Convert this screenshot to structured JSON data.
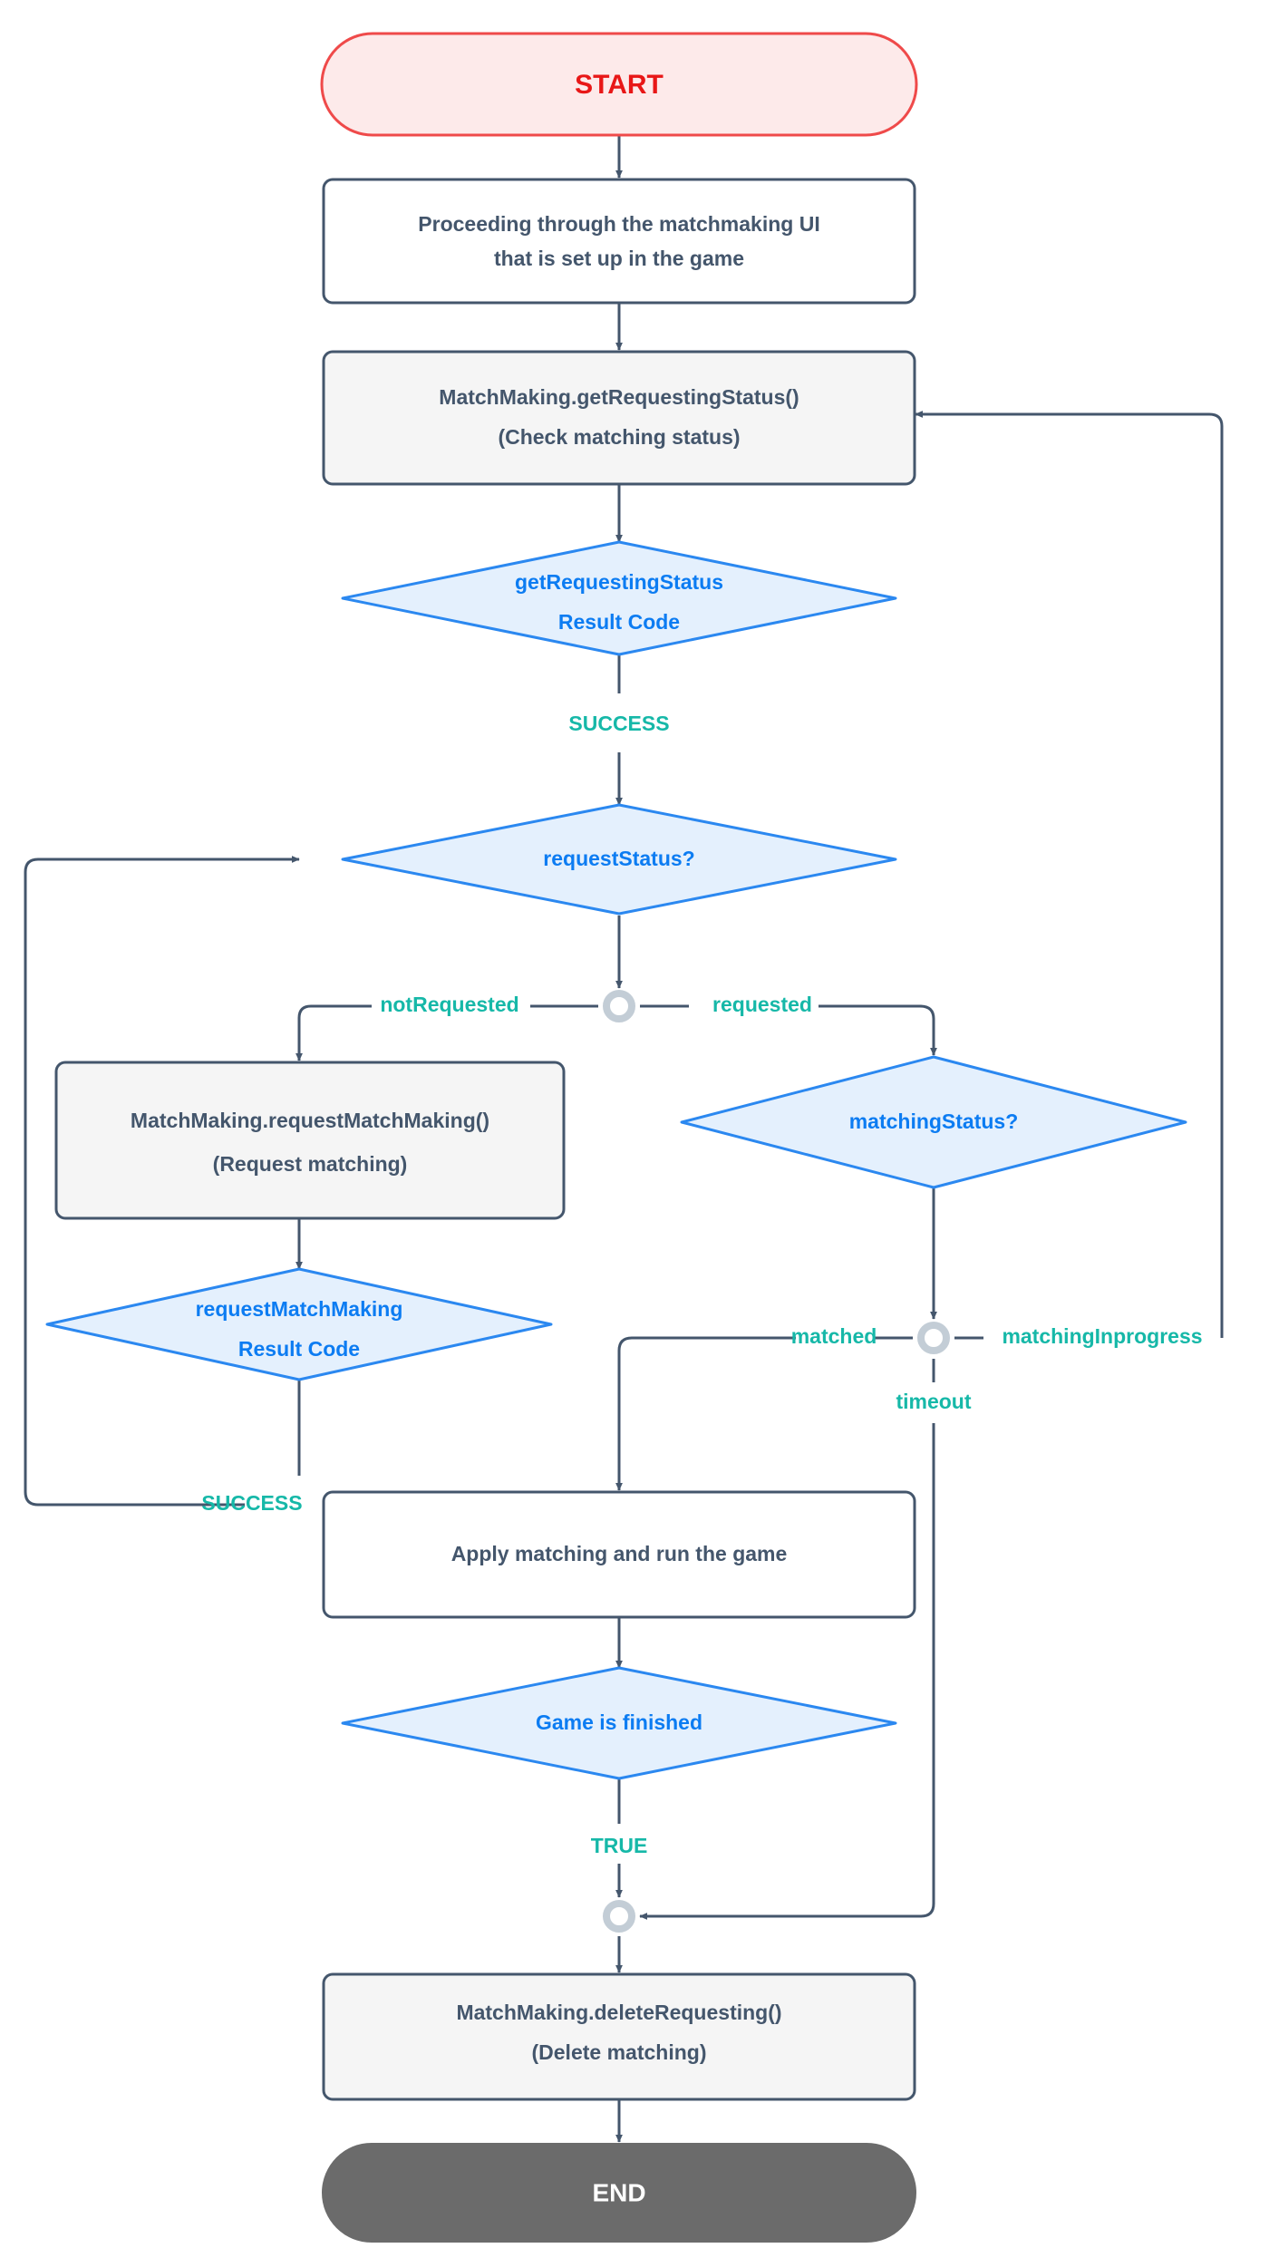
{
  "diagram": {
    "title_node": "START",
    "end_node": "END",
    "colors": {
      "process_border": "#44566c",
      "process_fill_white": "#ffffff",
      "process_fill_gray": "#f5f5f5",
      "process_text": "#44566c",
      "decision_border": "#2b88f0",
      "decision_fill": "#e4f0fd",
      "decision_text": "#0c7cf2",
      "start_border": "#ef4a4a",
      "start_fill": "#fdeaea",
      "start_text": "#e81717",
      "end_fill": "#6b6b6b",
      "end_text": "#ffffff",
      "edge": "#44566c",
      "edge_label": "#16b8a8",
      "junction_ring": "#c3cdd6"
    },
    "nodes": [
      {
        "id": "start",
        "kind": "terminator-start",
        "lines": [
          "START"
        ]
      },
      {
        "id": "ui-flow",
        "kind": "process-white",
        "lines": [
          "Proceeding through the matchmaking UI",
          "that is set up in the game"
        ]
      },
      {
        "id": "get-requesting-status",
        "kind": "process-gray",
        "lines": [
          "MatchMaking.getRequestingStatus()",
          "(Check matching status)"
        ]
      },
      {
        "id": "get-requesting-status-result",
        "kind": "decision",
        "lines": [
          "getRequestingStatus",
          "Result Code"
        ]
      },
      {
        "id": "request-status",
        "kind": "decision",
        "lines": [
          "requestStatus?"
        ]
      },
      {
        "id": "request-matchmaking",
        "kind": "process-gray",
        "lines": [
          "MatchMaking.requestMatchMaking()",
          "(Request matching)"
        ]
      },
      {
        "id": "request-matchmaking-result",
        "kind": "decision",
        "lines": [
          "requestMatchMaking",
          "Result Code"
        ]
      },
      {
        "id": "matching-status",
        "kind": "decision",
        "lines": [
          "matchingStatus?"
        ]
      },
      {
        "id": "apply-matching",
        "kind": "process-white",
        "lines": [
          "Apply matching and run the game"
        ]
      },
      {
        "id": "game-finished",
        "kind": "decision",
        "lines": [
          "Game is finished"
        ]
      },
      {
        "id": "delete-requesting",
        "kind": "process-gray",
        "lines": [
          "MatchMaking.deleteRequesting()",
          "(Delete matching)"
        ]
      },
      {
        "id": "end",
        "kind": "terminator-end",
        "lines": [
          "END"
        ]
      }
    ],
    "edge_labels": {
      "success_top": "SUCCESS",
      "not_requested": "notRequested",
      "requested": "requested",
      "success_request": "SUCCESS",
      "matched": "matched",
      "matching_inprogress": "matchingInprogress",
      "timeout": "timeout",
      "true": "TRUE"
    },
    "junctions": [
      {
        "id": "request-status-junction"
      },
      {
        "id": "matching-status-junction"
      },
      {
        "id": "merge-junction"
      }
    ]
  }
}
